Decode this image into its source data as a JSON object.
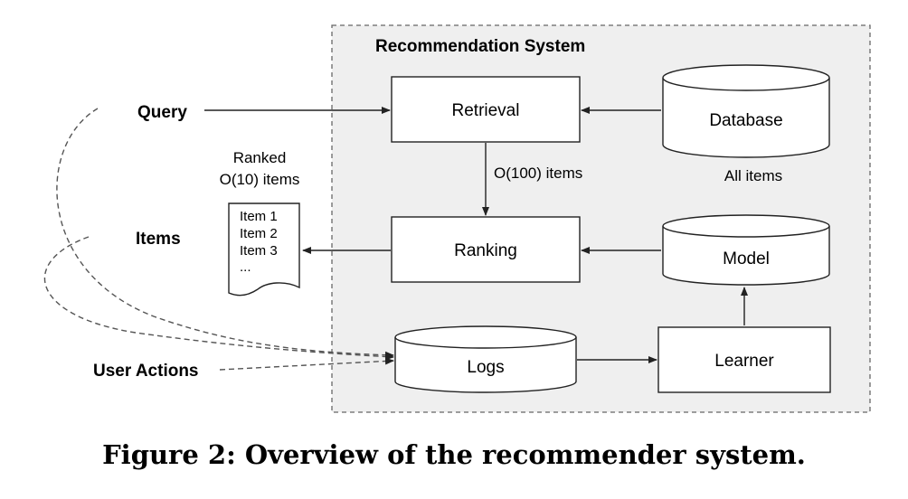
{
  "system": {
    "title": "Recommendation System"
  },
  "inputs": {
    "query": "Query",
    "items": "Items",
    "user_actions": "User Actions"
  },
  "components": {
    "retrieval": "Retrieval",
    "ranking": "Ranking",
    "database": "Database",
    "model": "Model",
    "logs": "Logs",
    "learner": "Learner"
  },
  "annotations": {
    "retrieval_output": "O(100) items",
    "database_caption": "All items",
    "ranked_line1": "Ranked",
    "ranked_line2": "O(10) items"
  },
  "ranked_list": [
    "Item 1",
    "Item 2",
    "Item 3",
    "..."
  ],
  "caption": "Figure 2: Overview of the recommender system."
}
